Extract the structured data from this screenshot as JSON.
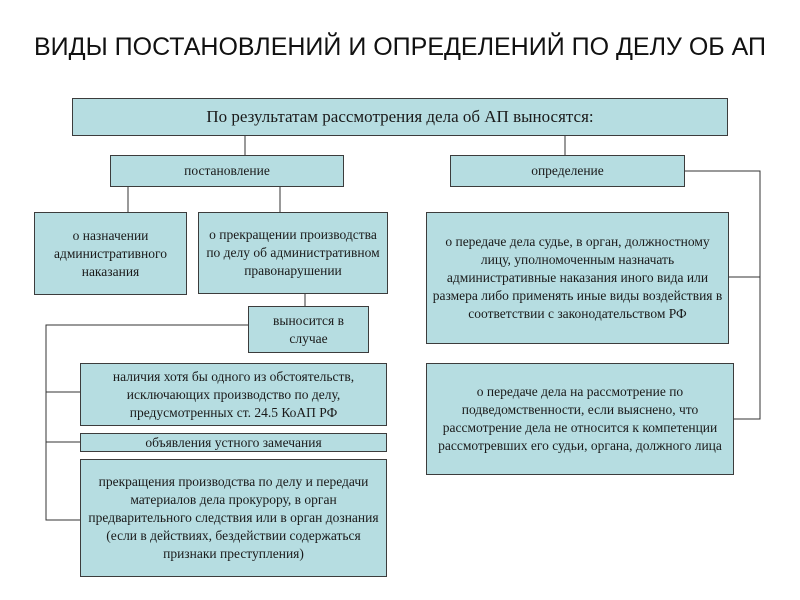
{
  "title": "ВИДЫ ПОСТАНОВЛЕНИЙ И ОПРЕДЕЛЕНИЙ ПО ДЕЛУ ОБ АП",
  "root": "По результатам  рассмотрения дела об АП выносятся:",
  "postanovlenie": {
    "label": "постановление",
    "naznachenie": "о назначении административного наказания",
    "prekrashchenie": "о прекращении производства по делу об административном правонарушении",
    "vynositsya": "выносится в случае",
    "cases": [
      "наличия хотя бы одного из обстоятельств, исключающих производство по делу, предусмотренных ст. 24.5 КоАП РФ",
      "объявления устного замечания",
      "прекращения производства по делу и передачи материалов дела прокурору, в орган предварительного следствия или в орган дознания (если в действиях, бездействии содержаться признаки преступления)"
    ]
  },
  "opredelenie": {
    "label": "определение",
    "items": [
      "о передаче дела судье, в орган, должностному лицу, уполномоченным назначать административные наказания иного вида или размера либо применять иные виды воздействия в соответствии с законодательством РФ",
      "о передаче дела на рассмотрение по подведомственности, если выяснено, что рассмотрение дела не относится к компетенции рассмотревших его судьи, органа, должного лица"
    ]
  }
}
